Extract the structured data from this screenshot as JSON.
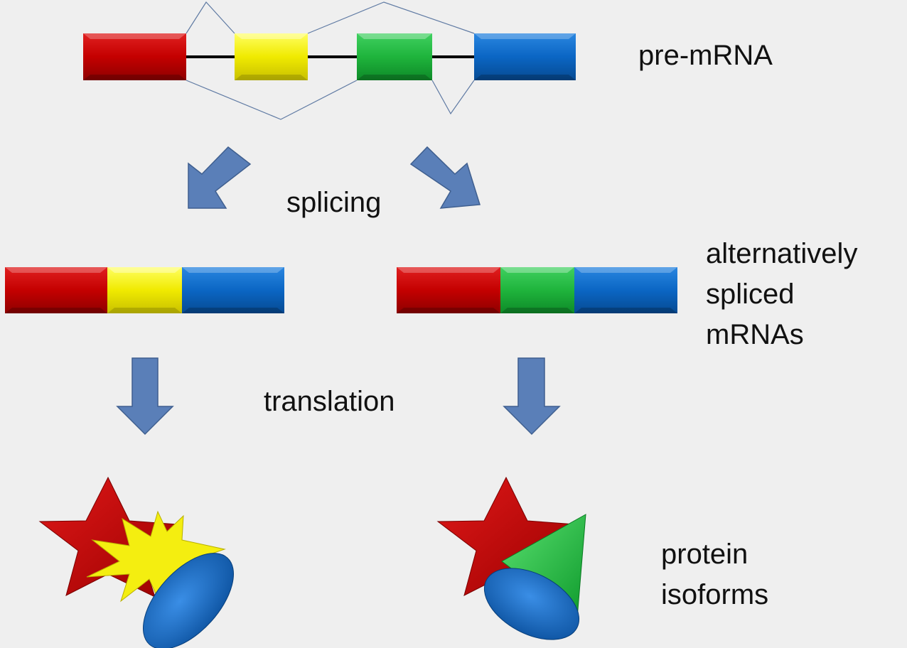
{
  "labels": {
    "pre_mrna": "pre-mRNA",
    "splicing": "splicing",
    "spliced": "alternatively\nspliced\nmRNAs",
    "translation": "translation",
    "isoforms": "protein\nisoforms"
  },
  "colors": {
    "background": "#efefef",
    "exon_red": "#c80000",
    "exon_yellow": "#f2ec00",
    "exon_green": "#1fb43c",
    "exon_blue": "#0b66c4",
    "arrow": "#5a7fb8",
    "splice_line": "#5f7aa3",
    "intron": "#000000"
  }
}
